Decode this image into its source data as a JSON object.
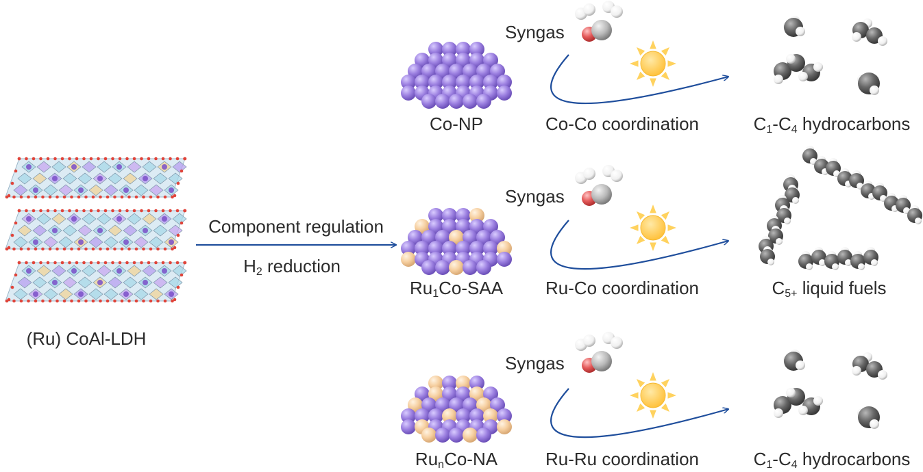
{
  "diagram": {
    "precursor": {
      "label": "(Ru) CoAl-LDH"
    },
    "treatment": {
      "line1": "Component regulation",
      "line2_prefix": "H",
      "line2_sub": "2",
      "line2_suffix": " reduction"
    },
    "rows": [
      {
        "catalyst": {
          "prefix": "Co-NP",
          "sub": "",
          "suffix": ""
        },
        "reactant": "Syngas",
        "coordination": "Co-Co coordination",
        "product": {
          "p1": "C",
          "s1": "1",
          "p2": "-C",
          "s2": "4",
          "p3": " hydrocarbons"
        }
      },
      {
        "catalyst": {
          "prefix": "Ru",
          "sub": "1",
          "suffix": "Co-SAA"
        },
        "reactant": "Syngas",
        "coordination": "Ru-Co coordination",
        "product": {
          "p1": "C",
          "s1": "5+",
          "p2": " liquid fuels",
          "s2": "",
          "p3": ""
        }
      },
      {
        "catalyst": {
          "prefix": "Ru",
          "sub": "n",
          "suffix": "Co-NA"
        },
        "reactant": "Syngas",
        "coordination": "Ru-Ru coordination",
        "product": {
          "p1": "C",
          "s1": "1",
          "p2": "-C",
          "s2": "4",
          "p3": " hydrocarbons"
        }
      }
    ],
    "colors": {
      "co_atom": "#9b7fe0",
      "ru_atom": "#f6cfa0",
      "arrow": "#1f4e9c",
      "sun": "#ffc94a",
      "oxygen": "#e45a5a",
      "carbon": "#555555",
      "hydrogen": "#ffffff"
    }
  }
}
